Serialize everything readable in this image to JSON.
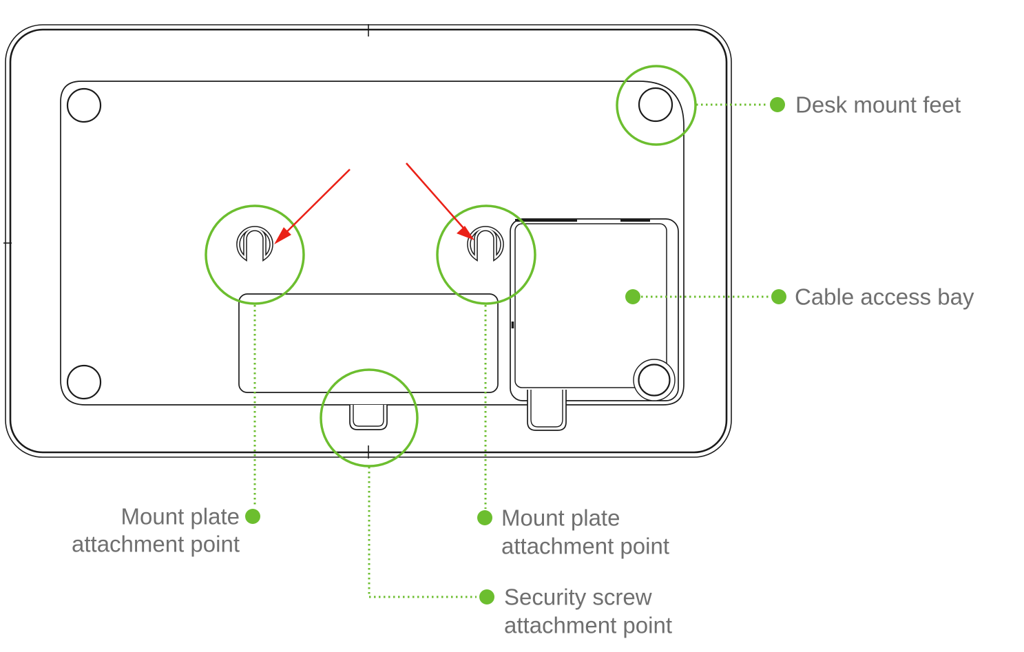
{
  "diagram": {
    "description": "Bottom view of device showing mounting features",
    "labels": {
      "desk_mount_feet": {
        "text": "Desk mount feet"
      },
      "cable_access_bay": {
        "text": "Cable access bay"
      },
      "mount_plate_left": {
        "line1": "Mount plate",
        "line2": "attachment point"
      },
      "mount_plate_right": {
        "line1": "Mount plate",
        "line2": "attachment point"
      },
      "security_screw": {
        "line1": "Security screw",
        "line2": "attachment point"
      }
    },
    "colors": {
      "callout_green": "#6CBE2F",
      "arrow_red": "#EA2117",
      "line_dark": "#1B1B1B",
      "text_gray": "#6F6F6F"
    }
  }
}
